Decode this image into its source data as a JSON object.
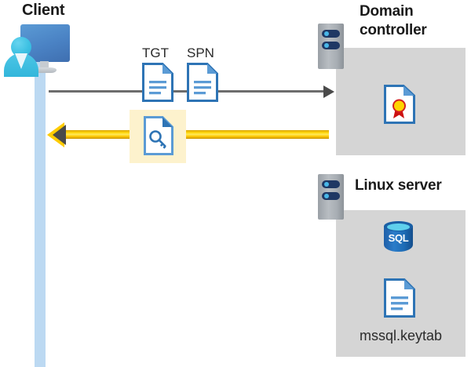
{
  "diagram": {
    "type": "sequence-flow",
    "description": "Kerberos authentication flow between a client, a domain controller, and a Linux server running SQL Server with an mssql.keytab file."
  },
  "client": {
    "label": "Client",
    "icon": "user-workstation-icon"
  },
  "messages": {
    "request": {
      "label_1": "TGT",
      "label_2": "SPN",
      "icon_1": "document-icon",
      "icon_2": "document-icon",
      "arrow": "arrow-right-gray",
      "color": "#6d6d6d"
    },
    "response": {
      "icon": "key-document-icon",
      "arrow": "arrow-left-yellow",
      "color": "#ffcc00",
      "highlight_color": "#fdf2cd"
    }
  },
  "domain_controller": {
    "title_line_1": "Domain",
    "title_line_2": "controller",
    "server_icon": "server-rack-icon",
    "panel_color": "#d5d5d5",
    "contents": [
      {
        "icon": "certificate-document-icon",
        "label": ""
      }
    ]
  },
  "linux_server": {
    "title": "Linux server",
    "server_icon": "server-rack-icon",
    "panel_color": "#d5d5d5",
    "contents": [
      {
        "icon": "sql-database-icon",
        "label": "SQL"
      },
      {
        "icon": "document-icon",
        "label": "mssql.keytab"
      }
    ]
  }
}
